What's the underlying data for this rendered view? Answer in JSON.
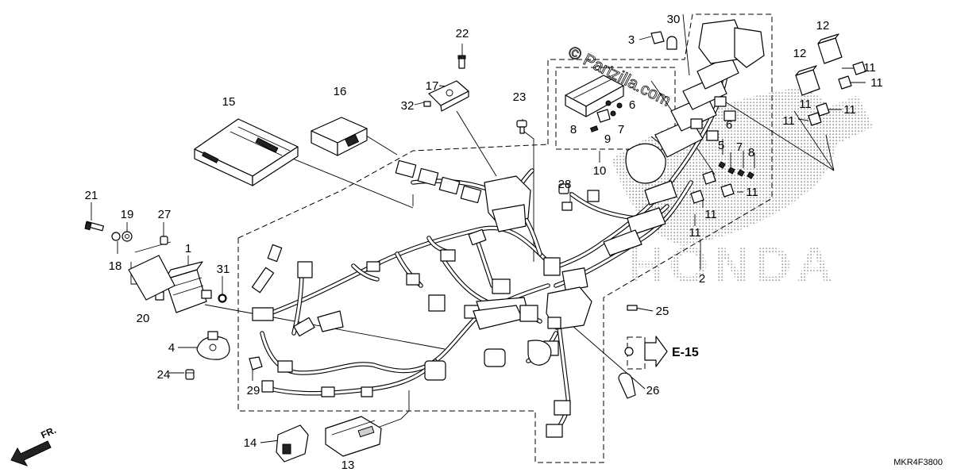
{
  "diagram": {
    "code": "MKR4F3800",
    "section_ref": "E-15",
    "direction_label": "FR.",
    "watermark": "© Partzilla.com",
    "brand_watermark": "HONDA"
  },
  "callouts": {
    "c1": "1",
    "c2": "2",
    "c3": "3",
    "c4": "4",
    "c5": "5",
    "c6a": "6",
    "c6b": "6",
    "c7a": "7",
    "c7b": "7",
    "c8a": "8",
    "c8b": "8",
    "c9": "9",
    "c10": "10",
    "c11a": "11",
    "c11b": "11",
    "c11c": "11",
    "c11d": "11",
    "c11e": "11",
    "c11f": "11",
    "c11g": "11",
    "c11h": "11",
    "c12a": "12",
    "c12b": "12",
    "c13": "13",
    "c14": "14",
    "c15": "15",
    "c16": "16",
    "c17": "17",
    "c18": "18",
    "c19": "19",
    "c20": "20",
    "c21": "21",
    "c22": "22",
    "c23": "23",
    "c24": "24",
    "c25": "25",
    "c26": "26",
    "c27": "27",
    "c28": "28",
    "c29": "29",
    "c30": "30",
    "c31": "31",
    "c32": "32"
  }
}
